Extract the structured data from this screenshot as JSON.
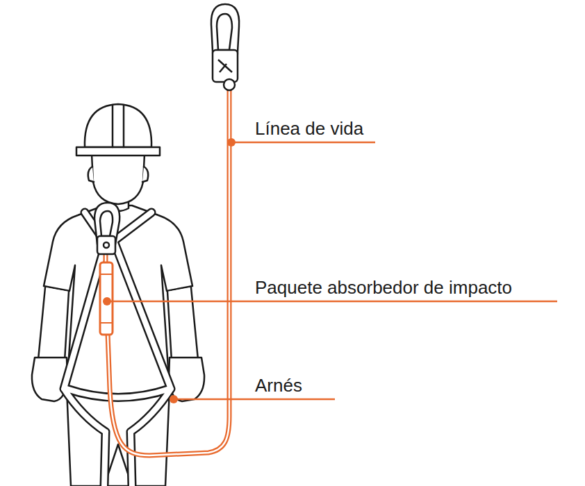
{
  "diagram": {
    "labels": [
      "Línea de vida",
      "Paquete absorbedor de impacto",
      "Arnés"
    ]
  }
}
